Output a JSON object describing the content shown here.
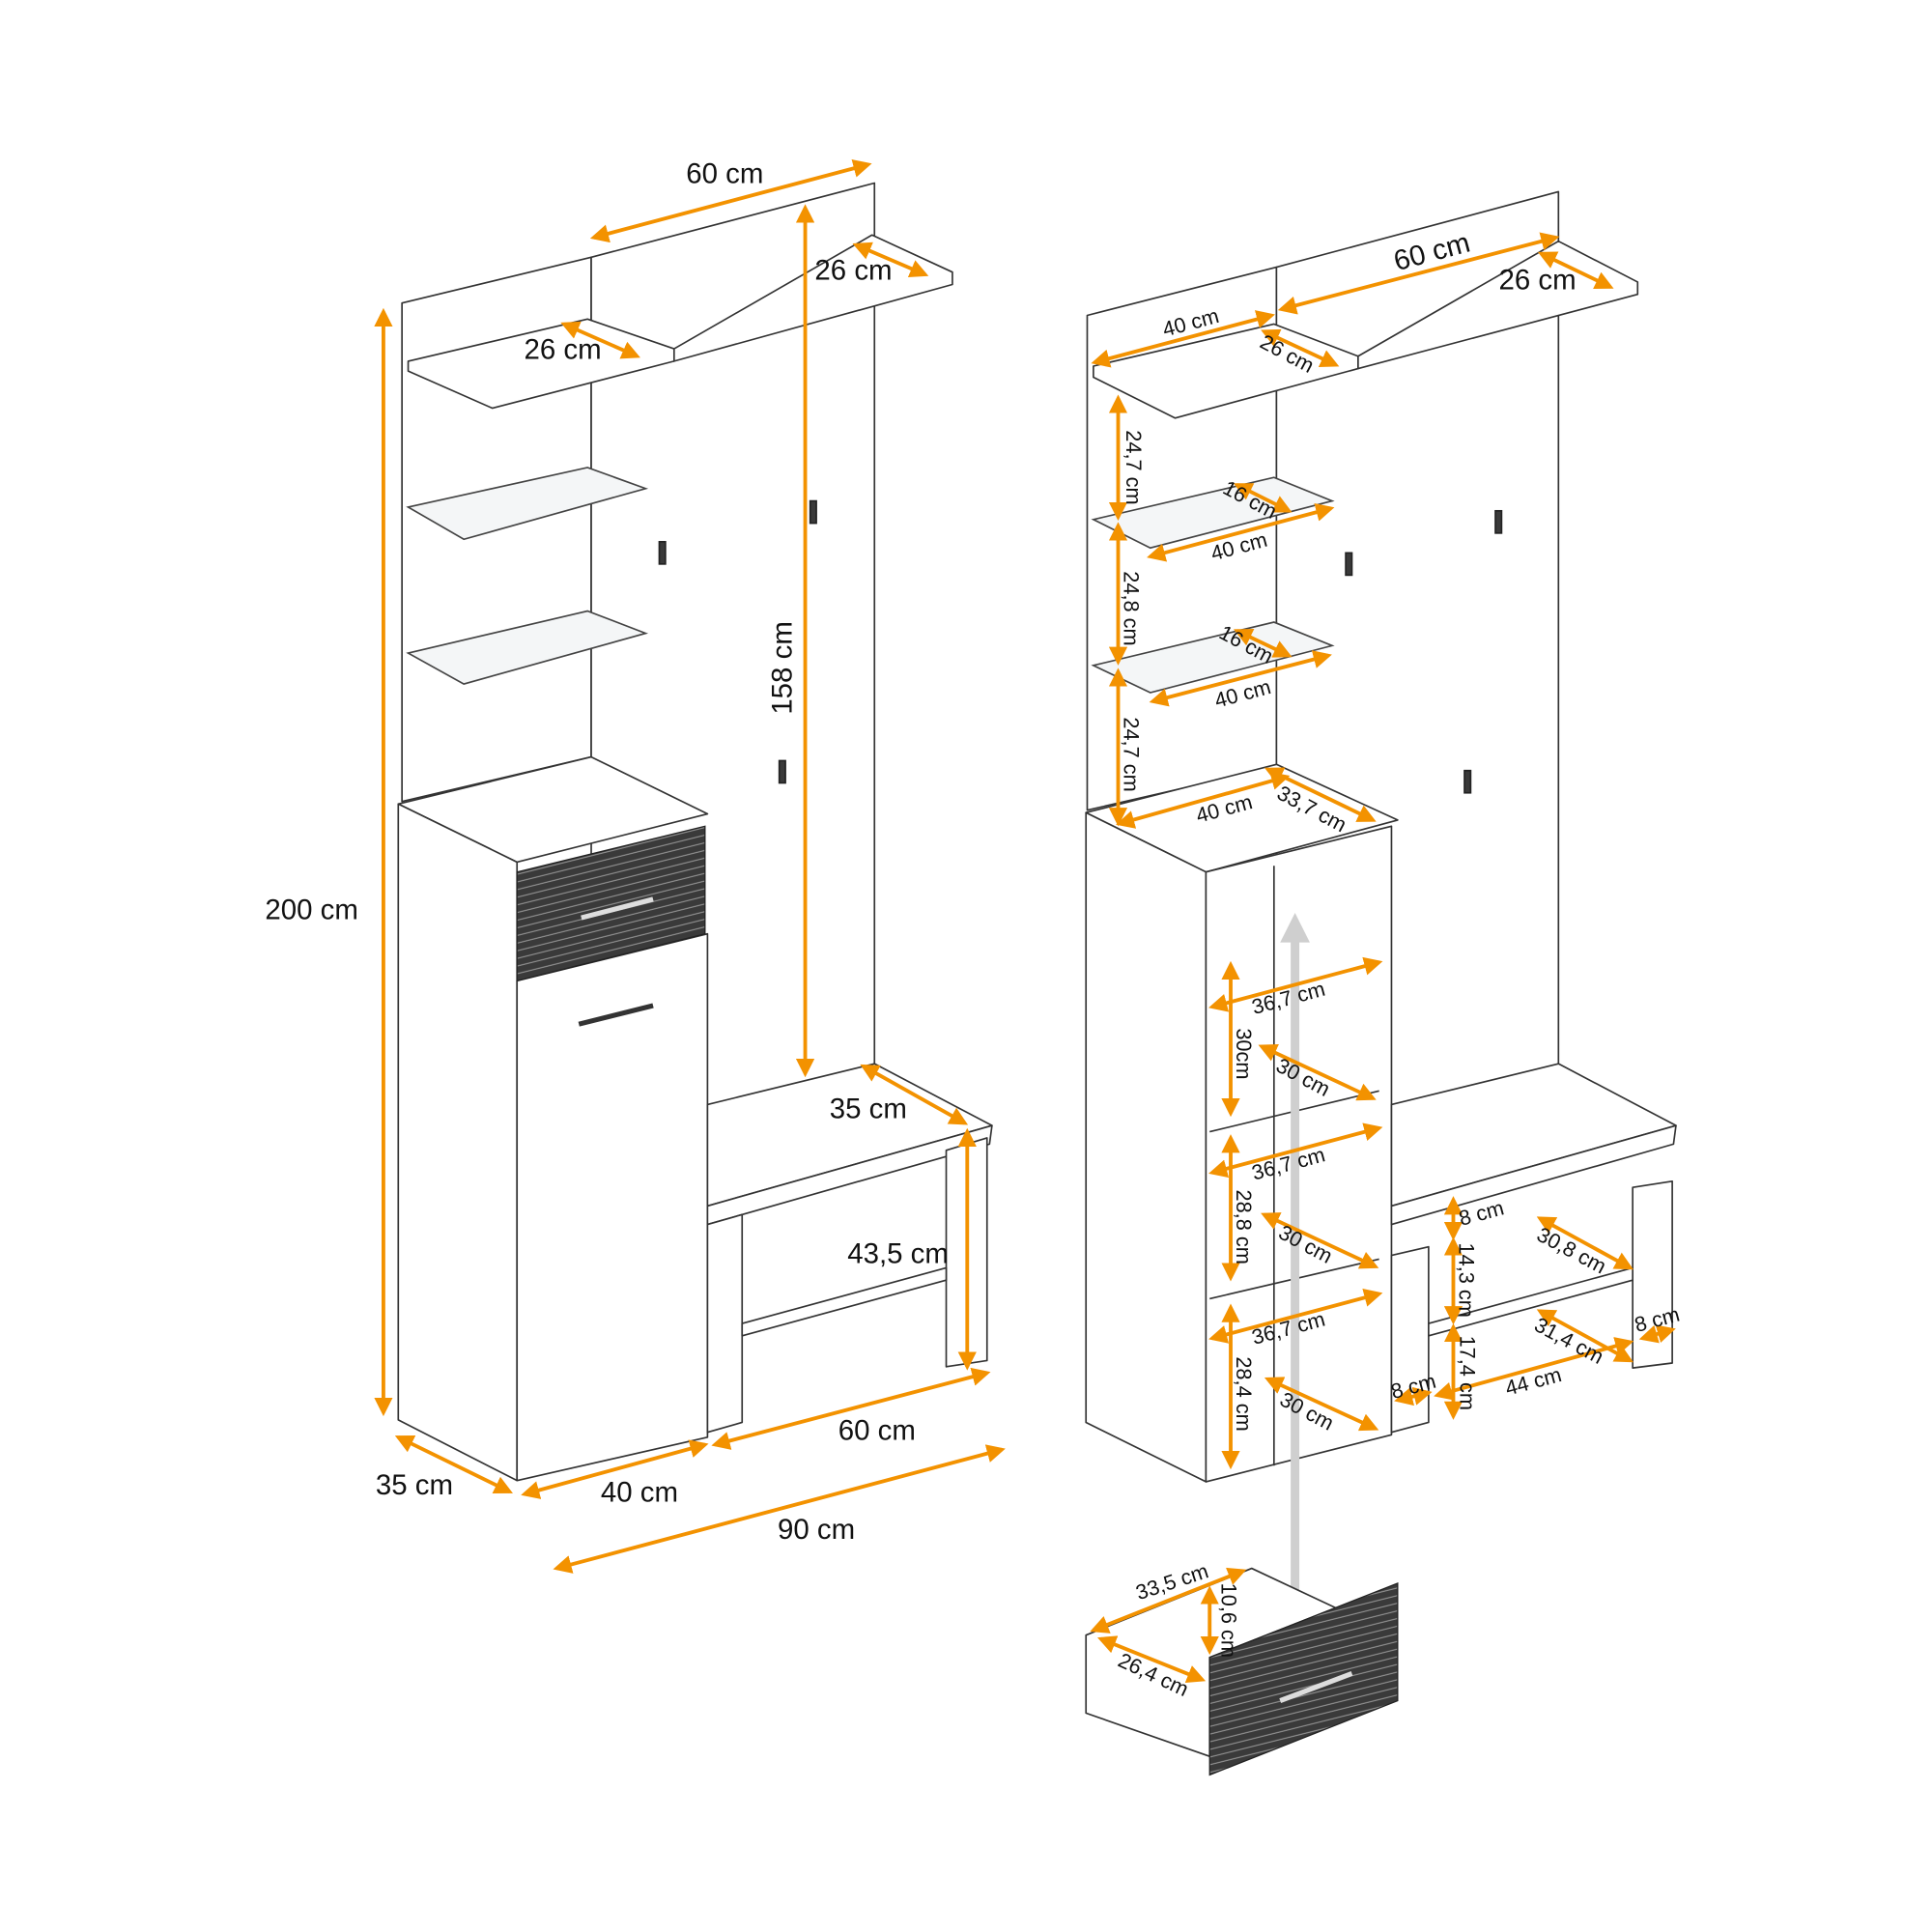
{
  "colors": {
    "dimension": "#F39200",
    "outline": "#333333",
    "drawer_front": "#3a3a3a",
    "guide_arrow": "#cfcfcf"
  },
  "left_view": {
    "top_width": "60 cm",
    "top_right_shelf_depth": "26 cm",
    "top_left_shelf_depth": "26 cm",
    "total_height": "200 cm",
    "panel_height": "158 cm",
    "bench_depth": "35 cm",
    "bench_height": "43,5 cm",
    "cabinet_depth": "35 cm",
    "cabinet_width": "40 cm",
    "bench_width": "60 cm",
    "total_width": "90 cm"
  },
  "right_view": {
    "top_right_shelf_width": "60 cm",
    "top_right_shelf_depth": "26 cm",
    "top_left_shelf_width": "40 cm",
    "top_left_shelf_depth": "26 cm",
    "gap_1": "24,7 cm",
    "glass_1_depth": "16 cm",
    "glass_1_width": "40 cm",
    "gap_2": "24,8 cm",
    "glass_2_depth": "16 cm",
    "glass_2_width": "40 cm",
    "gap_3": "24,7 cm",
    "cabinet_top_width": "40 cm",
    "cabinet_top_depth": "33,7 cm",
    "compartments": [
      {
        "width": "36,7 cm",
        "height": "30cm",
        "depth": "30 cm"
      },
      {
        "width": "36,7 cm",
        "height": "28,8 cm",
        "depth": "30 cm"
      },
      {
        "width": "36,7 cm",
        "height": "28,4 cm",
        "depth": "30 cm"
      }
    ],
    "bench_apron": "8 cm",
    "bench_upper_gap": "14,3 cm",
    "bench_upper_depth": "30,8 cm",
    "bench_leg_right": "8 cm",
    "bench_lower_gap": "17,4 cm",
    "bench_lower_depth": "31,4 cm",
    "bench_leg_left": "8 cm",
    "bench_inner_width": "44 cm",
    "drawer_width": "33,5 cm",
    "drawer_height": "10,6 cm",
    "drawer_depth": "26,4 cm"
  }
}
